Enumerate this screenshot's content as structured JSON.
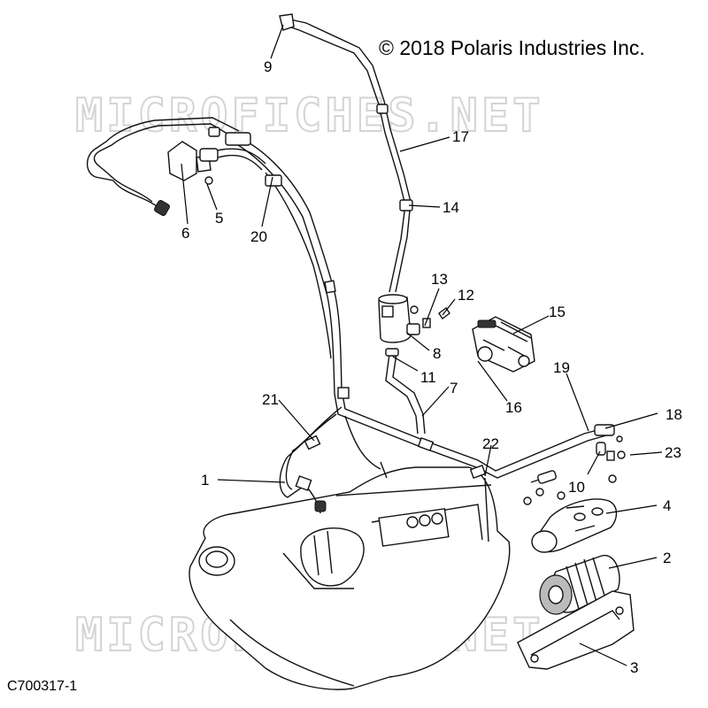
{
  "copyright": "© 2018 Polaris Industries Inc.",
  "figure_id": "C700317-1",
  "watermark": "MICROFICHES.NET",
  "callouts": [
    "1",
    "2",
    "3",
    "4",
    "5",
    "6",
    "7",
    "8",
    "9",
    "10",
    "11",
    "12",
    "13",
    "14",
    "15",
    "16",
    "17",
    "18",
    "19",
    "20",
    "21",
    "22",
    "23"
  ]
}
